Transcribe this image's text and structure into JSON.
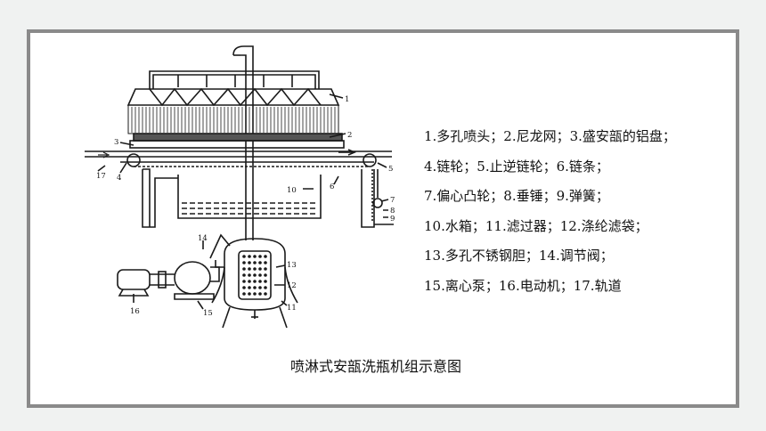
{
  "caption": "喷淋式安瓿洗瓶机组示意图",
  "legend": [
    "1.多孔喷头；2.尼龙网；3.盛安瓿的铝盘；",
    "4.链轮；5.止逆链轮；6.链条；",
    "7.偏心凸轮；8.垂锤；9.弹簧；",
    "10.水箱；11.滤过器；12.涤纶滤袋；",
    "13.多孔不锈钢胆；14.调节阀；",
    "15.离心泵；16.电动机；17.轨道"
  ],
  "part_labels": {
    "n1": "1",
    "n2": "2",
    "n3": "3",
    "n4": "4",
    "n5": "5",
    "n6": "6",
    "n7": "7",
    "n8": "8",
    "n9": "9",
    "n10": "10",
    "n11": "11",
    "n12": "12",
    "n13": "13",
    "n14": "14",
    "n15": "15",
    "n16": "16",
    "n17": "17"
  }
}
